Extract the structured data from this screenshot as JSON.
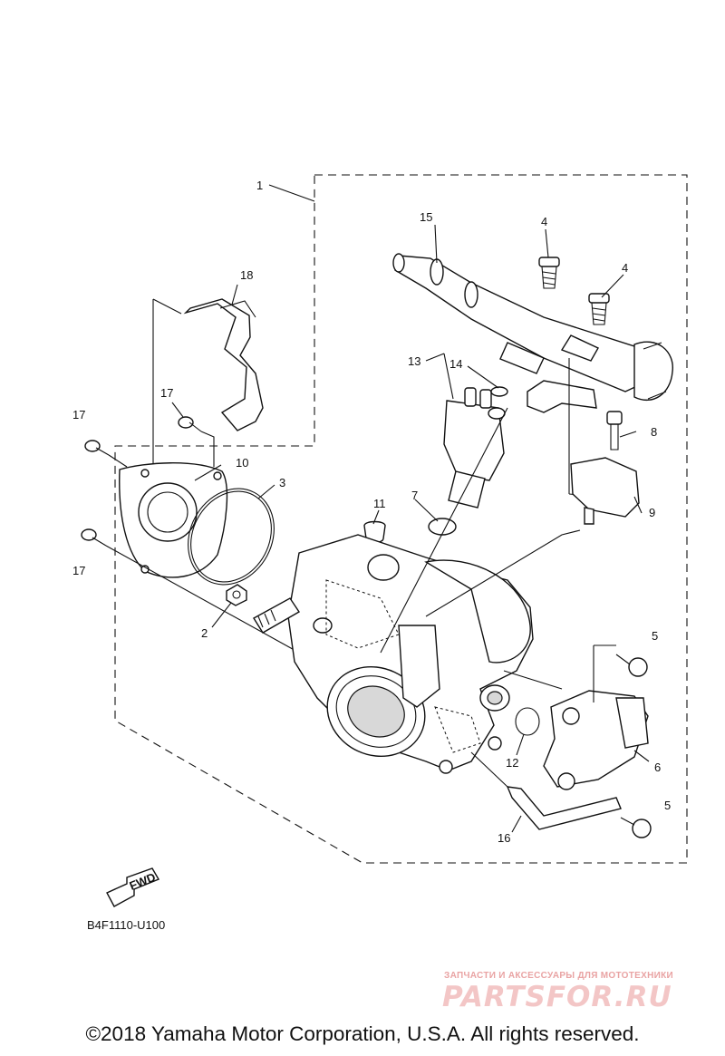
{
  "diagram": {
    "diagram_code": "B4F1110-U100",
    "fwd_label": "FWD",
    "callouts": [
      {
        "id": "c1",
        "text": "1"
      },
      {
        "id": "c2",
        "text": "2"
      },
      {
        "id": "c3",
        "text": "3"
      },
      {
        "id": "c4a",
        "text": "4"
      },
      {
        "id": "c4b",
        "text": "4"
      },
      {
        "id": "c5a",
        "text": "5"
      },
      {
        "id": "c5b",
        "text": "5"
      },
      {
        "id": "c6",
        "text": "6"
      },
      {
        "id": "c7",
        "text": "7"
      },
      {
        "id": "c8",
        "text": "8"
      },
      {
        "id": "c9",
        "text": "9"
      },
      {
        "id": "c10",
        "text": "10"
      },
      {
        "id": "c11",
        "text": "11"
      },
      {
        "id": "c12",
        "text": "12"
      },
      {
        "id": "c13",
        "text": "13"
      },
      {
        "id": "c14",
        "text": "14"
      },
      {
        "id": "c15",
        "text": "15"
      },
      {
        "id": "c16",
        "text": "16"
      },
      {
        "id": "c17a",
        "text": "17"
      },
      {
        "id": "c17b",
        "text": "17"
      },
      {
        "id": "c17c",
        "text": "17"
      },
      {
        "id": "c18",
        "text": "18"
      }
    ]
  },
  "watermark": {
    "tagline": "ЗАПЧАСТИ И АКСЕССУАРЫ ДЛЯ МОТОТЕХНИКИ",
    "logo": "PARTSFOR.RU"
  },
  "footer": {
    "copyright": "©2018 Yamaha Motor Corporation, U.S.A. All rights reserved."
  }
}
